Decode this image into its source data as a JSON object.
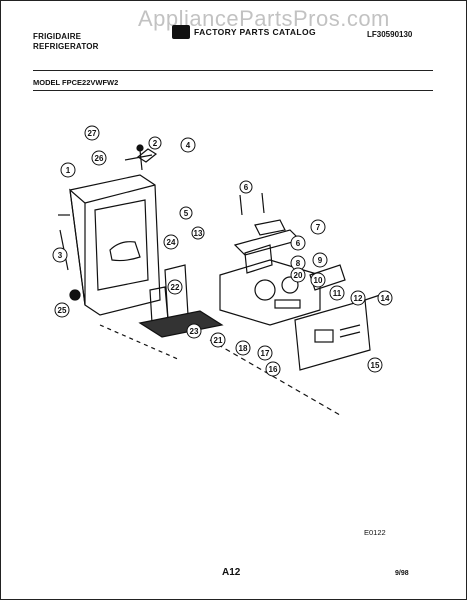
{
  "header": {
    "brand": "FRIGIDAIRE",
    "product": "REFRIGERATOR",
    "catalog_title": "FACTORY PARTS CATALOG",
    "catalog_code": "LF30590130",
    "watermark": "AppliancePartsPros.com"
  },
  "model": {
    "label": "MODEL FPCE22VWFW2"
  },
  "diagram": {
    "callouts": [
      "1",
      "2",
      "3",
      "4",
      "5",
      "6",
      "6",
      "7",
      "8",
      "9",
      "10",
      "11",
      "12",
      "13",
      "14",
      "15",
      "16",
      "17",
      "18",
      "20",
      "21",
      "22",
      "23",
      "24",
      "25",
      "26",
      "27"
    ]
  },
  "footer": {
    "code": "E0122",
    "page": "A12",
    "date": "9/98"
  }
}
